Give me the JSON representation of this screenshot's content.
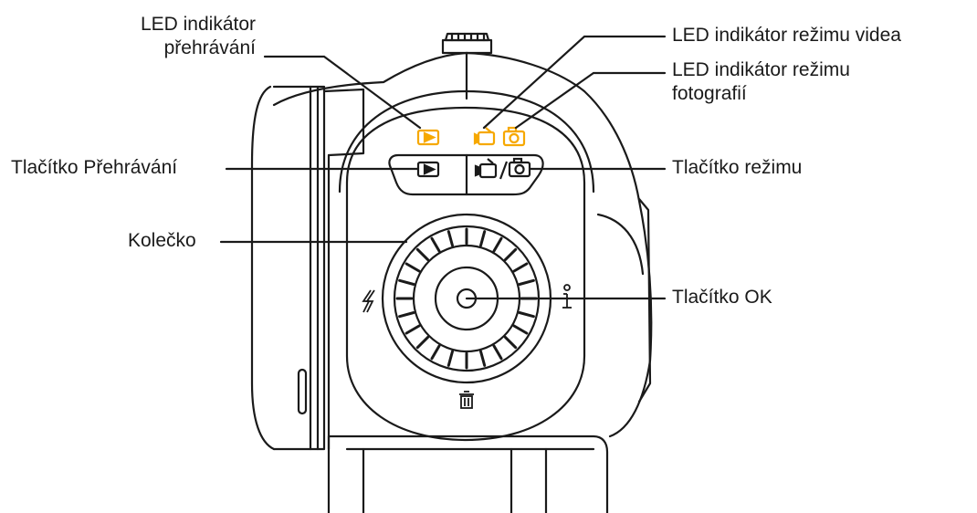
{
  "labels": {
    "led_playback_line1": "LED indikátor",
    "led_playback_line2": "přehrávání",
    "led_video": "LED indikátor režimu videa",
    "led_photo_line1": "LED indikátor režimu",
    "led_photo_line2": "fotografií",
    "btn_playback": "Tlačítko Přehrávání",
    "btn_mode": "Tlačítko režimu",
    "wheel": "Kolečko",
    "btn_ok": "Tlačítko OK"
  },
  "colors": {
    "led_accent": "#f6a800",
    "ink": "#1a1a1a"
  },
  "icons": {
    "flash": "flash-icon",
    "info": "info-icon",
    "trash": "trash-icon",
    "playback": "playback-icon",
    "video": "video-camera-icon",
    "photo": "photo-camera-icon"
  }
}
